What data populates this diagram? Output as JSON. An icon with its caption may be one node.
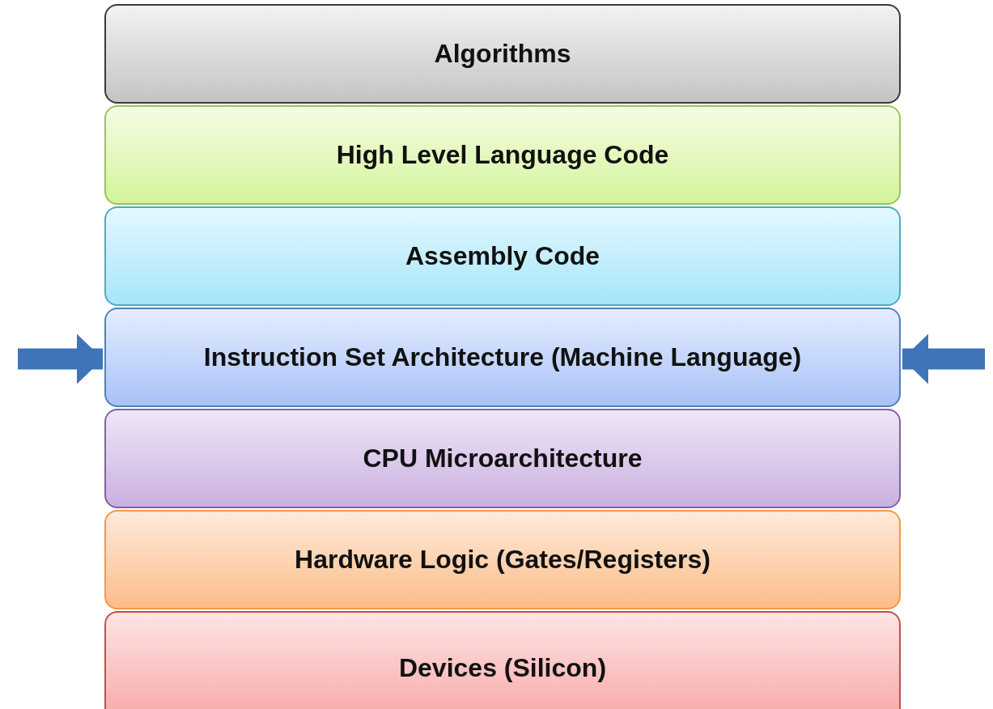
{
  "diagram": {
    "nodes": [
      {
        "text": [
          "Algorithms"
        ]
      },
      {
        "text": [
          "High Level Language Code"
        ]
      },
      {
        "text": [
          "Assembly Code"
        ]
      },
      {
        "text": [
          "Instruction Set Architecture (Machine Language)"
        ]
      },
      {
        "text": [
          "CPU Microarchitecture"
        ]
      },
      {
        "text": [
          "Hardware Logic (Gates/Registers)"
        ]
      },
      {
        "text": [
          "Devices (Silicon)"
        ]
      }
    ],
    "edges": [
      {
        "from": null,
        "to": 3,
        "arrow": "to"
      },
      {
        "from": null,
        "to": 3,
        "arrow": "to"
      }
    ]
  }
}
